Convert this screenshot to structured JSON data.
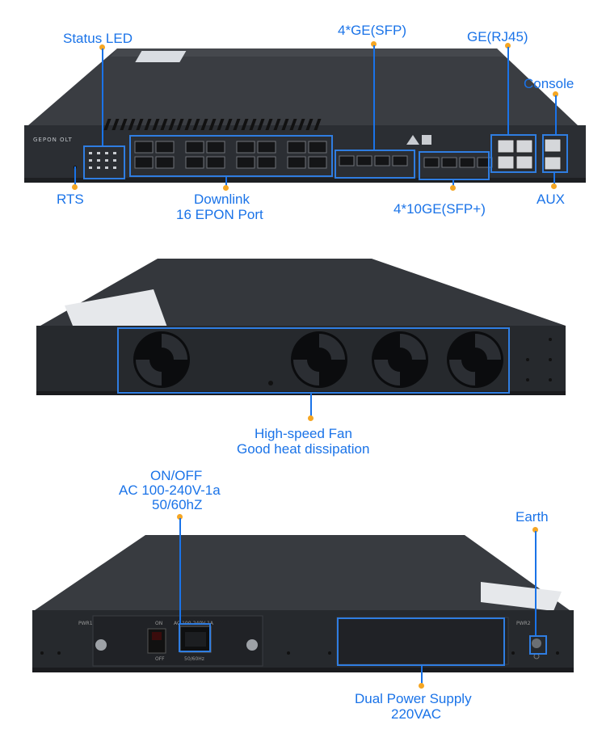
{
  "front": {
    "status_led": "Status LED",
    "gepon_olt": "GEPON OLT",
    "ge_sfp": "4*GE(SFP)",
    "ge_rj45": "GE(RJ45)",
    "console": "Console",
    "rts": "RTS",
    "downlink_1": "Downlink",
    "downlink_2": "16 EPON Port",
    "xge_sfp_plus": "4*10GE(SFP+)",
    "aux": "AUX"
  },
  "rear_fan": {
    "fan_1": "High-speed Fan",
    "fan_2": "Good heat dissipation"
  },
  "rear_power": {
    "onoff_1": "ON/OFF",
    "onoff_2": "AC 100-240V-1a",
    "onoff_3": "50/60hZ",
    "earth": "Earth",
    "dual_1": "Dual Power Supply",
    "dual_2": "220VAC",
    "pwr1": "PWR1",
    "pwr2": "PWR2",
    "switch_on": "ON",
    "switch_off": "OFF",
    "socket_rating": "AC 100-240V-1A",
    "socket_freq": "50/60Hz"
  },
  "colors": {
    "accent_line": "#1a73e8",
    "highlight_box": "#2f7de1",
    "pin_dot": "#f5a623",
    "chassis": "#2b2e33"
  }
}
